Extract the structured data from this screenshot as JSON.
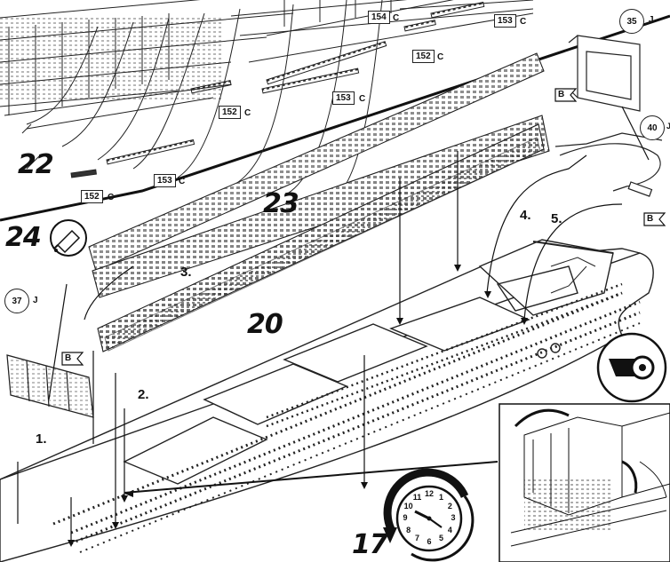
{
  "steps": {
    "s22": "22",
    "s23": "23",
    "s24": "24",
    "s20": "20",
    "s17": "17"
  },
  "part_refs_circled": [
    {
      "num": "35",
      "suffix": "J"
    },
    {
      "num": "40",
      "suffix": "J"
    },
    {
      "num": "37",
      "suffix": "J"
    }
  ],
  "part_refs_boxed": [
    {
      "num": "154",
      "suffix": "C"
    },
    {
      "num": "153",
      "suffix": "C"
    },
    {
      "num": "152",
      "suffix": "C"
    },
    {
      "num": "152",
      "suffix": "C"
    },
    {
      "num": "153",
      "suffix": "C"
    },
    {
      "num": "153",
      "suffix": "C"
    },
    {
      "num": "152",
      "suffix": "C"
    }
  ],
  "sequence_labels": [
    "1.",
    "2.",
    "3.",
    "4.",
    "5."
  ],
  "flag_tags": [
    "B",
    "B",
    "B"
  ],
  "icons": [
    "glue-tube-icon",
    "tape-icon",
    "clock-icon"
  ],
  "clock_numbers": [
    "12",
    "1",
    "2",
    "3",
    "4",
    "5",
    "6",
    "7",
    "8",
    "9",
    "10",
    "11"
  ]
}
